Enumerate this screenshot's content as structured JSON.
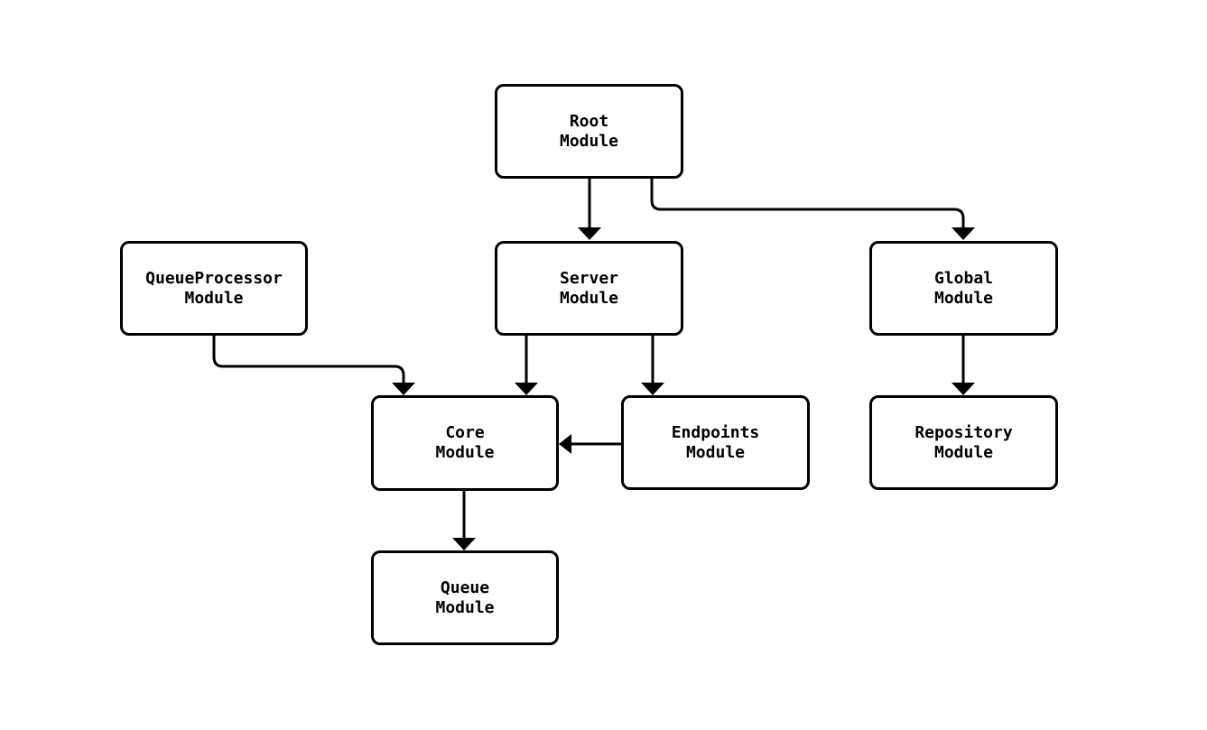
{
  "diagram": {
    "type": "module-dependency-graph",
    "background_color": "#ffffff",
    "line_color": "#000000",
    "text_color": "#000000",
    "node_fill_color": "#ffffff",
    "nodes": [
      {
        "id": "root",
        "label": "Root\nModule"
      },
      {
        "id": "queueprocessor",
        "label": "QueueProcessor\nModule"
      },
      {
        "id": "server",
        "label": "Server\nModule"
      },
      {
        "id": "global",
        "label": "Global\nModule"
      },
      {
        "id": "core",
        "label": "Core\nModule"
      },
      {
        "id": "endpoints",
        "label": "Endpoints\nModule"
      },
      {
        "id": "repository",
        "label": "Repository\nModule"
      },
      {
        "id": "queue",
        "label": "Queue\nModule"
      }
    ],
    "edges": [
      {
        "from": "Root Module",
        "to": "Server Module"
      },
      {
        "from": "Root Module",
        "to": "Global Module"
      },
      {
        "from": "QueueProcessor Module",
        "to": "Core Module"
      },
      {
        "from": "Server Module",
        "to": "Core Module"
      },
      {
        "from": "Server Module",
        "to": "Endpoints Module"
      },
      {
        "from": "Endpoints Module",
        "to": "Core Module"
      },
      {
        "from": "Global Module",
        "to": "Repository Module"
      },
      {
        "from": "Core Module",
        "to": "Queue Module"
      }
    ]
  }
}
